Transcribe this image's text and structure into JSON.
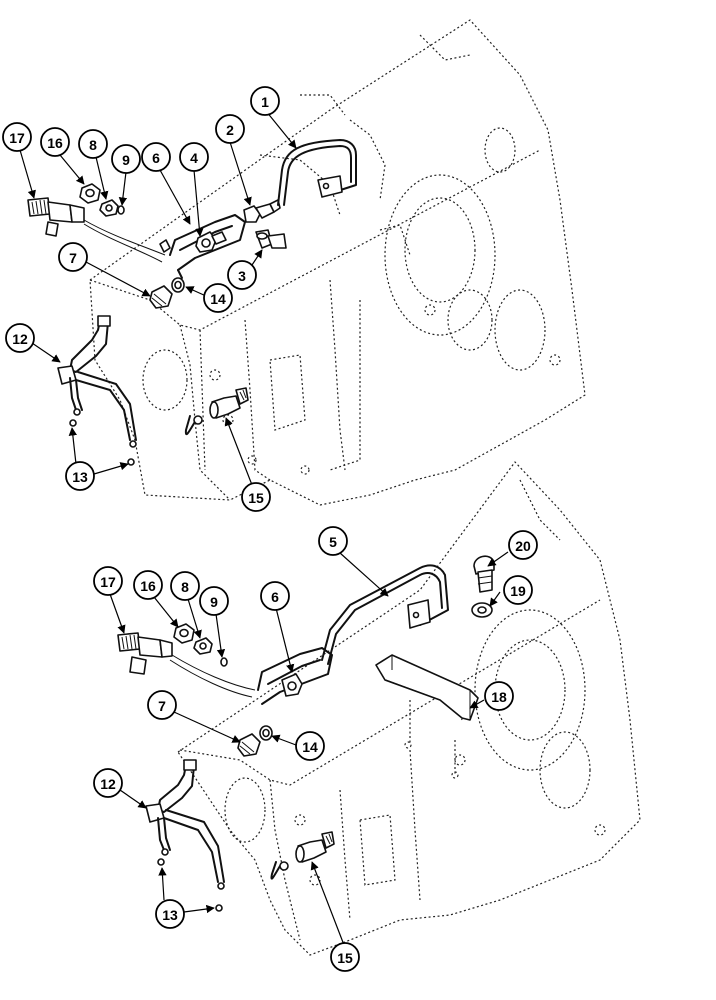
{
  "callouts": {
    "upper": {
      "c1": "1",
      "c2": "2",
      "c3": "3",
      "c4": "4",
      "c6": "6",
      "c7": "7",
      "c8": "8",
      "c9": "9",
      "c12": "12",
      "c13": "13",
      "c14": "14",
      "c15": "15",
      "c16": "16",
      "c17": "17"
    },
    "lower": {
      "c5": "5",
      "c6": "6",
      "c7": "7",
      "c8": "8",
      "c9": "9",
      "c12": "12",
      "c13": "13",
      "c14": "14",
      "c15": "15",
      "c16": "16",
      "c17": "17",
      "c18": "18",
      "c19": "19",
      "c20": "20"
    }
  }
}
